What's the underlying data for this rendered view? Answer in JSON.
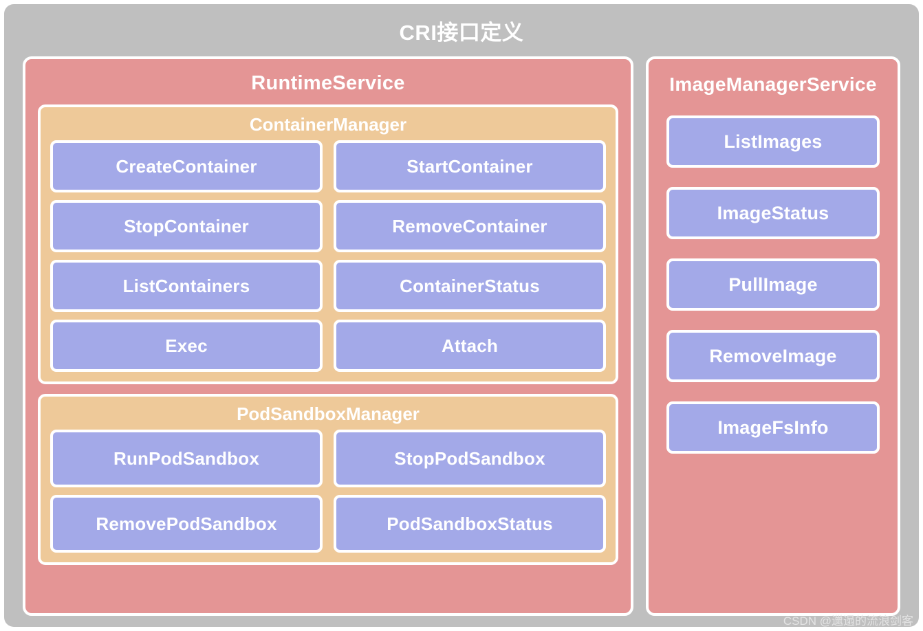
{
  "diagram": {
    "title": "CRI接口定义",
    "colors": {
      "background": "#bfbfbf",
      "service": "#e49595",
      "manager": "#eec999",
      "method": "#a3a9e8",
      "text": "#ffffff",
      "border": "#ffffff"
    },
    "columns": [
      {
        "name": "runtime-service",
        "title": "RuntimeService",
        "managers": [
          {
            "name": "container-manager",
            "title": "ContainerManager",
            "methods": [
              "CreateContainer",
              "StartContainer",
              "StopContainer",
              "RemoveContainer",
              "ListContainers",
              "ContainerStatus",
              "Exec",
              "Attach"
            ]
          },
          {
            "name": "pod-sandbox-manager",
            "title": "PodSandboxManager",
            "methods": [
              "RunPodSandbox",
              "StopPodSandbox",
              "RemovePodSandbox",
              "PodSandboxStatus"
            ]
          }
        ]
      },
      {
        "name": "image-manager-service",
        "title": "ImageManagerService",
        "methods": [
          "ListImages",
          "ImageStatus",
          "PullImage",
          "RemoveImage",
          "ImageFsInfo"
        ]
      }
    ],
    "watermark": "CSDN @邋遢的流浪剑客"
  }
}
